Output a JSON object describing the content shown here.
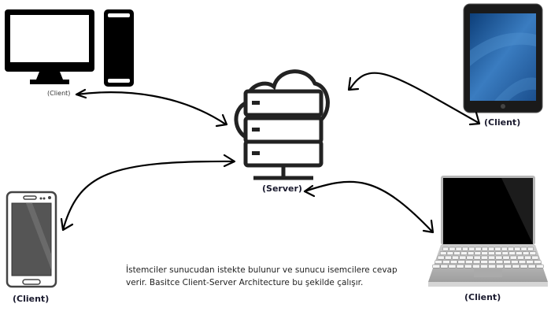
{
  "diagram": {
    "server": {
      "label": "(Server)",
      "icon": "cloud-server-icon"
    },
    "clients": [
      {
        "id": "desktop",
        "label": "(Client)",
        "icon": "desktop-computer-icon"
      },
      {
        "id": "tablet",
        "label": "(Client)",
        "icon": "tablet-icon"
      },
      {
        "id": "phone",
        "label": "(Client)",
        "icon": "smartphone-icon"
      },
      {
        "id": "laptop",
        "label": "(Client)",
        "icon": "laptop-icon"
      }
    ],
    "caption": "İstemciler sunucudan istekte bulunur ve sunucu isemcilere cevap verir. Basitce Client-Server Architecture bu şekilde çalışır."
  },
  "colors": {
    "stroke": "#000000",
    "label": "#1a1a2e",
    "tablet_screen": "#2f6fb5",
    "phone_screen": "#555555"
  }
}
